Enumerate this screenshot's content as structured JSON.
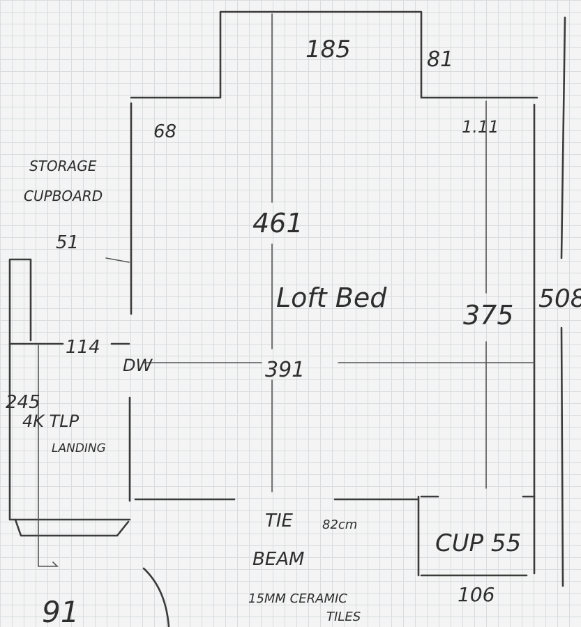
{
  "labels": {
    "top_width": "185",
    "top_depth": "81",
    "left_wall": "68",
    "right_wall": "1.11",
    "storage_line1": "STORAGE",
    "storage_line2": "CUPBOARD",
    "storage_height": "51",
    "room_depth": "461",
    "room_name": "Loft Bed",
    "right_height": "375",
    "total_height": "508",
    "landing_width": "114",
    "door": "DW",
    "room_width": "391",
    "landing_depth": "245",
    "landing_line1": "4K TLP",
    "landing_line2": "LANDING",
    "tie": "TIE",
    "tie_size": "82cm",
    "beam": "BEAM",
    "tiles_line1": "15MM CERAMIC",
    "tiles_line2": "TILES",
    "cupboard": "CUP 55",
    "cupboard_width": "106",
    "stair": "91"
  }
}
